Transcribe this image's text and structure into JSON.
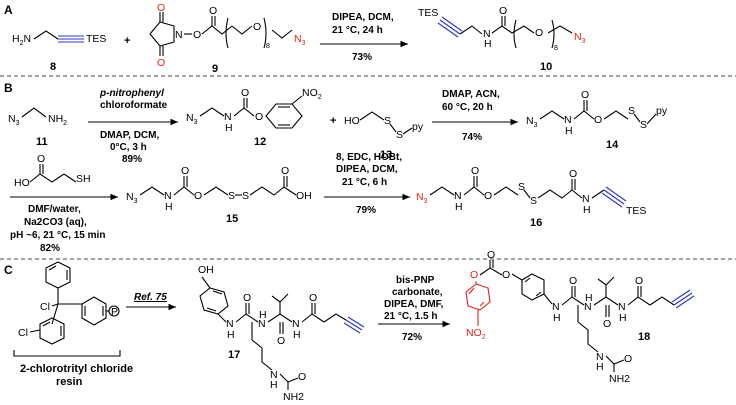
{
  "sections": {
    "a": "A",
    "b": "B",
    "c": "C"
  },
  "compounds": {
    "c8": "8",
    "c9": "9",
    "c10": "10",
    "c11": "11",
    "c12": "12",
    "c13": "13",
    "c14": "14",
    "c15": "15",
    "c16": "16",
    "c17": "17",
    "c18": "18"
  },
  "atoms": {
    "tes": "TES",
    "h2n": "H2N",
    "n3": "N3",
    "py": "py",
    "ho": "HO",
    "oh": "OH",
    "sh": "SH",
    "no2": "NO2",
    "nh2": "NH2",
    "o": "O",
    "n": "N",
    "h": "H",
    "s": "S",
    "cl": "Cl",
    "p": "P",
    "n8": "8",
    "plus": "+"
  },
  "conditions": {
    "a": [
      "DIPEA, DCM,",
      "21 °C, 24 h"
    ],
    "a_yield": "73%",
    "b1": [
      "p-nitrophenyl",
      "chloroformate"
    ],
    "b1_below": [
      "DMAP, DCM,",
      "0°C, 3 h"
    ],
    "b1_yield": "89%",
    "b2": [
      "DMAP, ACN,",
      "60 °C, 20 h"
    ],
    "b2_yield": "74%",
    "b3_below": [
      "DMF/water,",
      "Na2CO3 (aq),",
      "pH ~6, 21 °C, 15 min"
    ],
    "b3_yield": "82%",
    "b4": [
      "8, EDC, HOBt,",
      "DIPEA, DCM,",
      "21 °C, 6 h"
    ],
    "b4_yield": "79%",
    "c1": "Ref. 75",
    "c2": [
      "bis-PNP",
      "carbonate,",
      "DIPEA, DMF,",
      "21 °C, 1.5 h"
    ],
    "c2_yield": "72%"
  },
  "resin_label": [
    "2-chlorotrityl chloride",
    "resin"
  ],
  "colors": {
    "azide": "#e0241b",
    "alkyne": "#2a35c9",
    "pnp": "#e0241b"
  }
}
